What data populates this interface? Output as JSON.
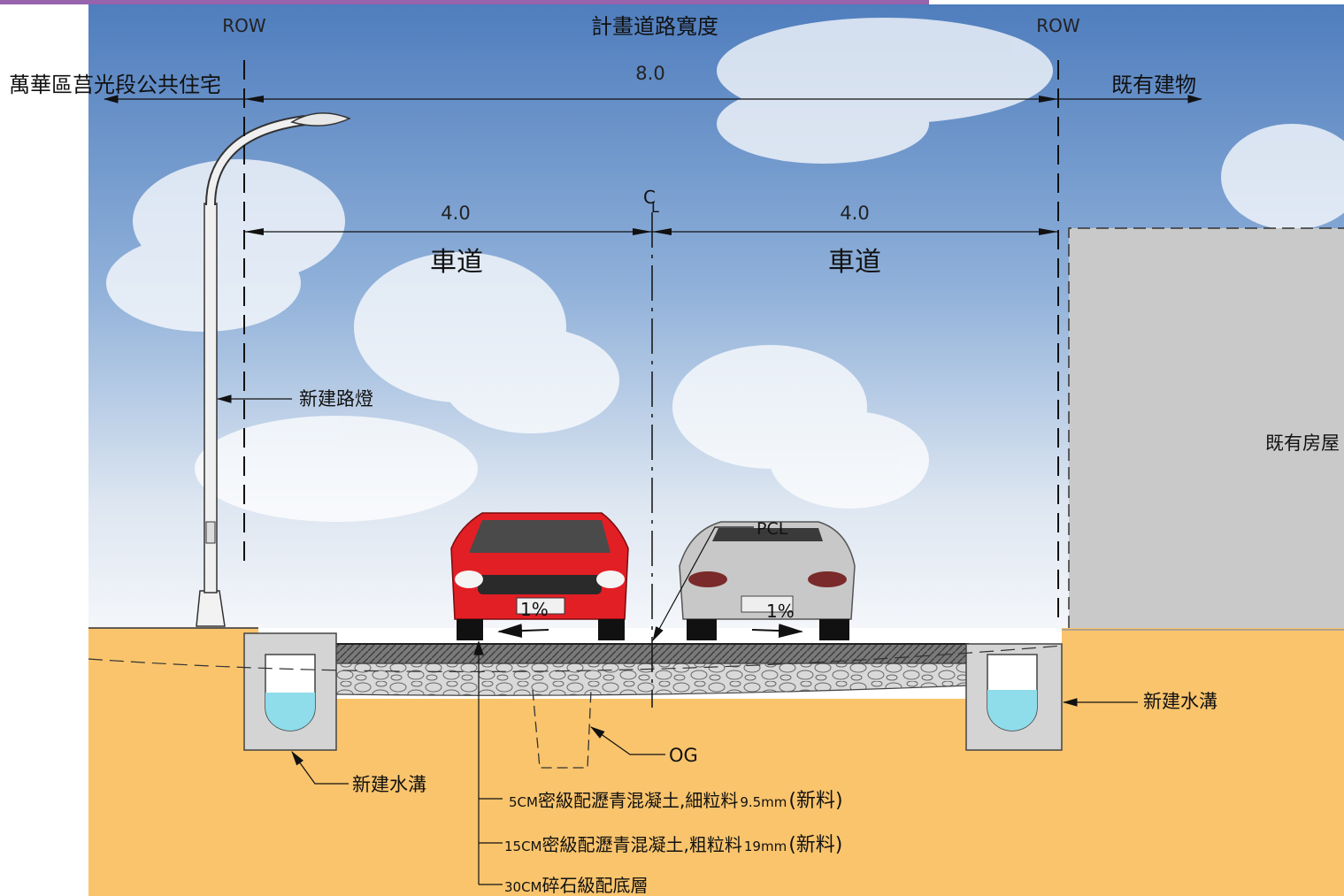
{
  "header": {
    "row_left": "ROW",
    "row_right": "ROW",
    "title": "計畫道路寬度",
    "total_width": "8.0"
  },
  "sides": {
    "left_site": "萬華區莒光段公共住宅",
    "right_site": "既有建物",
    "existing_house": "既有房屋"
  },
  "lanes": {
    "left_width": "4.0",
    "right_width": "4.0",
    "left_label": "車道",
    "right_label": "車道",
    "centerline_c": "C",
    "centerline_l": "L"
  },
  "callouts": {
    "street_lamp": "新建路燈",
    "drain_left": "新建水溝",
    "drain_right": "新建水溝",
    "og": "OG",
    "pcl": "PCL",
    "slope_left": "1%",
    "slope_right": "1%"
  },
  "layers": [
    {
      "thickness": "5CM",
      "desc": "密級配瀝青混凝土,細粒料",
      "spec": "9.5mm",
      "note": "(新料)"
    },
    {
      "thickness": "15CM",
      "desc": "密級配瀝青混凝土,粗粒料",
      "spec": "19mm",
      "note": "(新料)"
    },
    {
      "thickness": "30CM",
      "desc": "碎石級配底層",
      "spec": "",
      "note": ""
    }
  ],
  "colors": {
    "sky_top": "#5d86c2",
    "sky_bottom": "#e9eef5",
    "soil": "#f9c46c",
    "building": "#c9c9c9",
    "asphalt": "#6e6e6e",
    "water": "#8fdcea",
    "top_border": "#7d3c98"
  }
}
